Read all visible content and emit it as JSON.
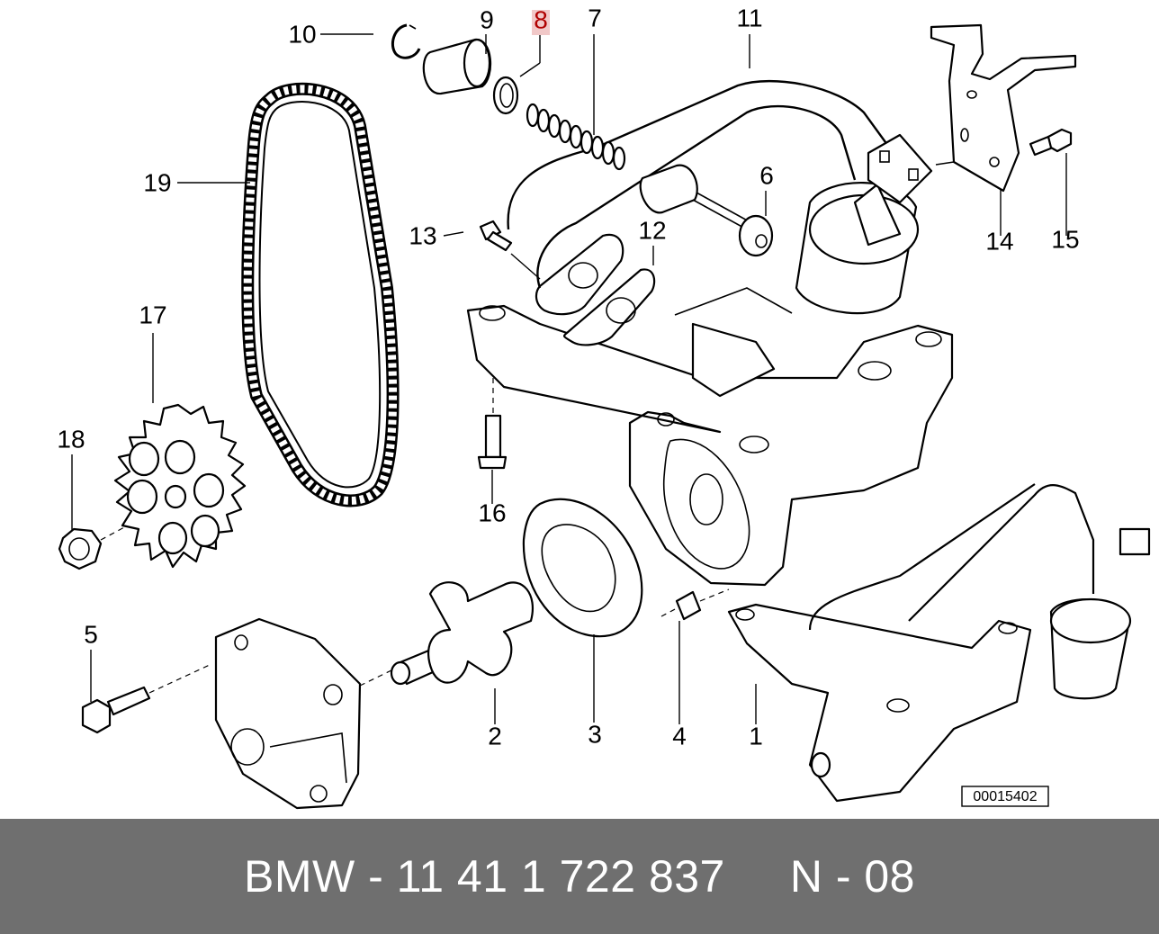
{
  "diagram": {
    "labels": {
      "p1": "1",
      "p2": "2",
      "p3": "3",
      "p4": "4",
      "p5": "5",
      "p6": "6",
      "p7": "7",
      "p8": "8",
      "p9": "9",
      "p10": "10",
      "p11": "11",
      "p12": "12",
      "p13": "13",
      "p14": "14",
      "p15": "15",
      "p16": "16",
      "p17": "17",
      "p18": "18",
      "p19": "19"
    },
    "highlighted_part": "8",
    "highlight_color": "#b00000",
    "drawing_number": "00015402"
  },
  "footer": {
    "text": "BMW - 11 41 1 722 837     N - 08",
    "background": "#6f6f6f"
  }
}
